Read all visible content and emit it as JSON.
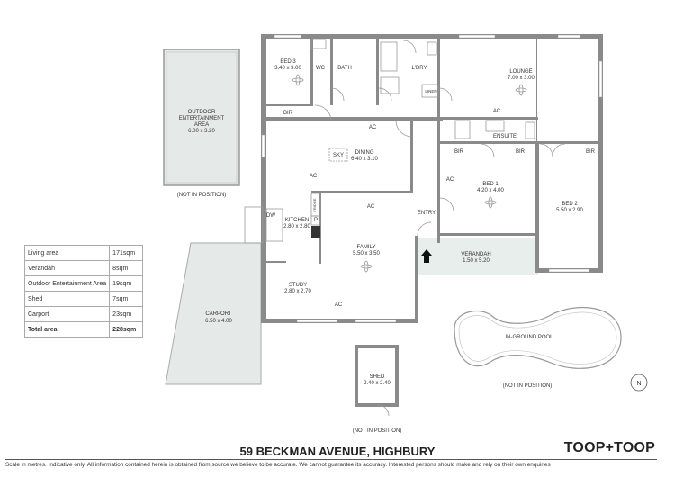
{
  "plan": {
    "outdoor": {
      "name": "OUTDOOR ENTERTAINMENT AREA",
      "line1": "OUTDOOR",
      "line2": "ENTERTAINMENT",
      "line3": "AREA",
      "dims": "6.00 x 3.20",
      "note": "(NOT IN POSITION)"
    },
    "bed3": {
      "name": "BED 3",
      "dims": "3.40 x 3.00"
    },
    "wc": "WC",
    "bath": "BATH",
    "laundry": "L'DRY",
    "linen": "LINEN",
    "bir": "BIR",
    "lounge": {
      "name": "LOUNGE",
      "dims": "7.00 x 3.00"
    },
    "ensuite": "ENSUITE",
    "dining": {
      "name": "DINING",
      "dims": "6.40 x 3.10"
    },
    "sky": "SKY",
    "ac": "AC",
    "bed1": {
      "name": "BED 1",
      "dims": "4.20 x 4.00"
    },
    "bed2": {
      "name": "BED 2",
      "dims": "5.50 x 2.90"
    },
    "kitchen": {
      "name": "KITCHEN",
      "dims": "2.80 x 2.80"
    },
    "dw": "DW",
    "fridge": "FRIDGE",
    "pantry": "P",
    "entry": "ENTRY",
    "family": {
      "name": "FAMILY",
      "dims": "5.50 x 3.50"
    },
    "verandah": {
      "name": "VERANDAH",
      "dims": "1.50 x 5.20"
    },
    "study": {
      "name": "STUDY",
      "dims": "2.80 x 2.70"
    },
    "carport": {
      "name": "CARPORT",
      "dims": "6.50 x 4.00"
    },
    "pool": {
      "name": "IN-GROUND POOL",
      "note": "(NOT IN POSITION)"
    },
    "shed": {
      "name": "SHED",
      "dims": "2.40 x 2.40",
      "note": "(NOT IN POSITION)"
    },
    "north": "N"
  },
  "areas": [
    {
      "label": "Living area",
      "value": "171sqm"
    },
    {
      "label": "Verandah",
      "value": "8sqm"
    },
    {
      "label": "Outdoor Entertainment Area",
      "value": "19sqm"
    },
    {
      "label": "Shed",
      "value": "7sqm"
    },
    {
      "label": "Carport",
      "value": "23sqm"
    },
    {
      "label": "Total area",
      "value": "228sqm"
    }
  ],
  "footer": {
    "address": "59 BECKMAN AVENUE, HIGHBURY",
    "logo": "TOOP+TOOP",
    "disclaimer": "Scale in metres. Indicative only. All information contained herein is obtained from source we believe to be accurate. We cannot guarantee its accuracy. Interested persons should make and rely on their own enquiries"
  },
  "colors": {
    "wall": "#8a8a8a",
    "outdoor_fill": "#e5eae8",
    "verandah_fill": "#e8eeec"
  }
}
